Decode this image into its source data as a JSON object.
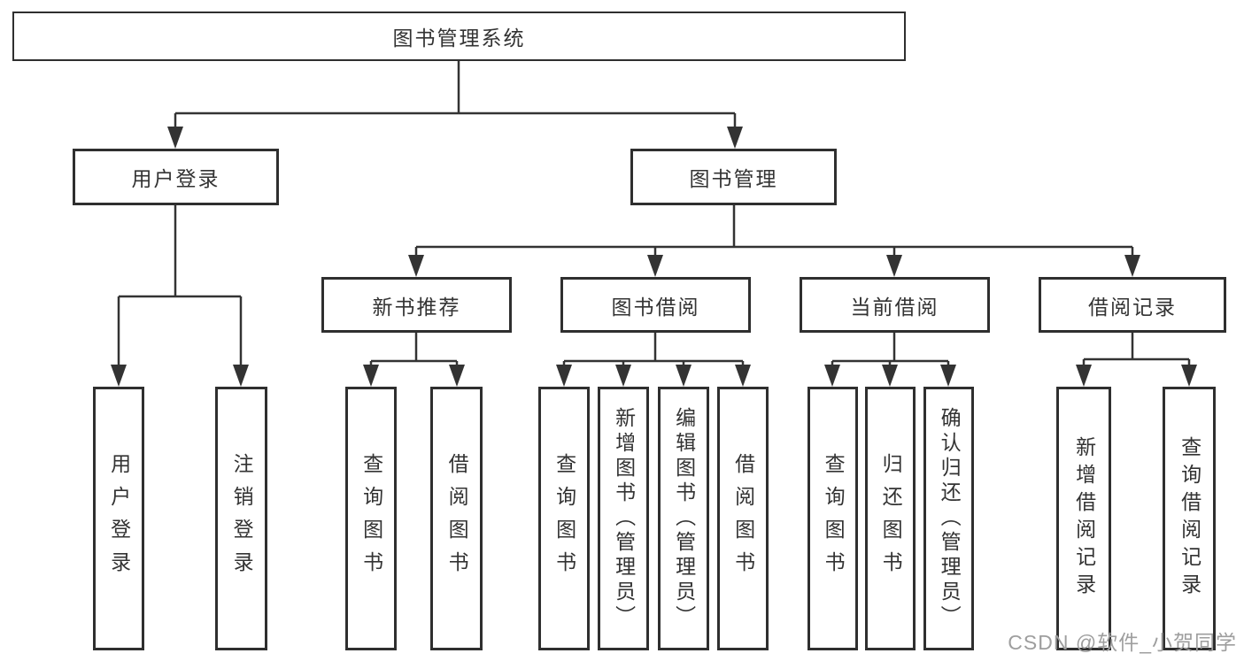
{
  "tree": {
    "root": {
      "label": "图书管理系统"
    },
    "branches": [
      {
        "label": "用户登录",
        "children": [
          {
            "label": "用户登录"
          },
          {
            "label": "注销登录"
          }
        ]
      },
      {
        "label": "图书管理",
        "children": [
          {
            "label": "新书推荐",
            "children": [
              {
                "label": "查询图书"
              },
              {
                "label": "借阅图书"
              }
            ]
          },
          {
            "label": "图书借阅",
            "children": [
              {
                "label": "查询图书"
              },
              {
                "label": "新增图书（管理员）"
              },
              {
                "label": "编辑图书（管理员）"
              },
              {
                "label": "借阅图书"
              }
            ]
          },
          {
            "label": "当前借阅",
            "children": [
              {
                "label": "查询图书"
              },
              {
                "label": "归还图书"
              },
              {
                "label": "确认归还（管理员）"
              }
            ]
          },
          {
            "label": "借阅记录",
            "children": [
              {
                "label": "新增借阅记录"
              },
              {
                "label": "查询借阅记录"
              }
            ]
          }
        ]
      }
    ]
  },
  "watermark": {
    "text": "CSDN @软件_小贺同学"
  },
  "colors": {
    "line": "#333333",
    "border": "#2f2f2f",
    "text": "#333333",
    "box_fill": "#ffffff",
    "background": "#ffffff",
    "watermark": "#9e9e9e"
  }
}
